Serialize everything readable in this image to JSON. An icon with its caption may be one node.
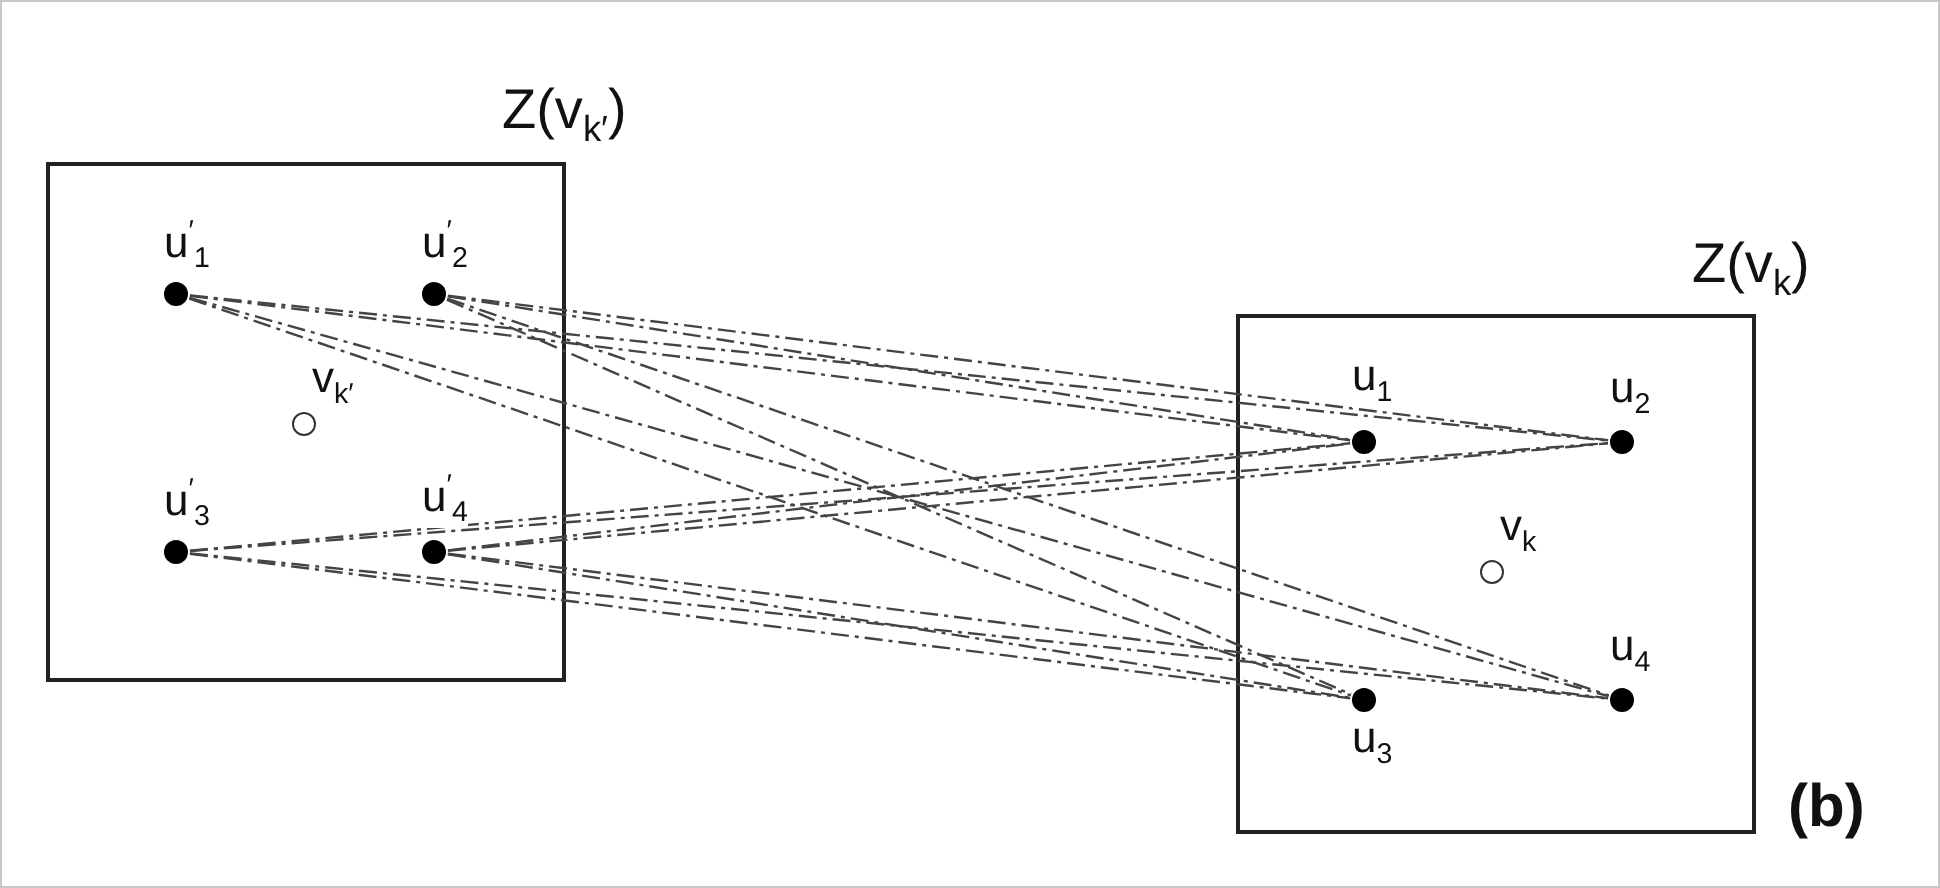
{
  "diagram": {
    "nodes": [
      {
        "text": [
          "Z(v$_{k′}$)"
        ]
      },
      {
        "text": [
          "u$^{′}$$_{1}$"
        ],
        "in": 0
      },
      {
        "text": [
          "u$^{′}$$_{2}$"
        ],
        "in": 0
      },
      {
        "text": [
          "v$_{k′}$"
        ],
        "in": 0
      },
      {
        "text": [
          "u$^{′}$$_{3}$"
        ],
        "in": 0
      },
      {
        "text": [
          "u$^{′}$$_{4}$"
        ],
        "in": 0
      },
      {
        "text": [
          "Z(v$_{k}$)"
        ]
      },
      {
        "text": [
          "u$_{1}$"
        ],
        "in": 6
      },
      {
        "text": [
          "u$_{2}$"
        ],
        "in": 6
      },
      {
        "text": [
          "v$_{k}$"
        ],
        "in": 6
      },
      {
        "text": [
          "u$_{3}$"
        ],
        "in": 6
      },
      {
        "text": [
          "u$_{4}$"
        ],
        "in": 6
      }
    ],
    "edges": [
      {
        "from": 1,
        "to": 7,
        "arrow": "none",
        "style": "dashed"
      },
      {
        "from": 1,
        "to": 8,
        "arrow": "none",
        "style": "dashed"
      },
      {
        "from": 1,
        "to": 10,
        "arrow": "none",
        "style": "dashed"
      },
      {
        "from": 1,
        "to": 11,
        "arrow": "none",
        "style": "dashed"
      },
      {
        "from": 2,
        "to": 7,
        "arrow": "none",
        "style": "dashed"
      },
      {
        "from": 2,
        "to": 8,
        "arrow": "none",
        "style": "dashed"
      },
      {
        "from": 2,
        "to": 10,
        "arrow": "none",
        "style": "dashed"
      },
      {
        "from": 2,
        "to": 11,
        "arrow": "none",
        "style": "dashed"
      },
      {
        "from": 4,
        "to": 7,
        "arrow": "none",
        "style": "dashed"
      },
      {
        "from": 4,
        "to": 8,
        "arrow": "none",
        "style": "dashed"
      },
      {
        "from": 4,
        "to": 10,
        "arrow": "none",
        "style": "dashed"
      },
      {
        "from": 4,
        "to": 11,
        "arrow": "none",
        "style": "dashed"
      },
      {
        "from": 5,
        "to": 7,
        "arrow": "none",
        "style": "dashed"
      },
      {
        "from": 5,
        "to": 8,
        "arrow": "none",
        "style": "dashed"
      },
      {
        "from": 5,
        "to": 10,
        "arrow": "none",
        "style": "dashed"
      },
      {
        "from": 5,
        "to": 11,
        "arrow": "none",
        "style": "dashed"
      }
    ],
    "labels": [
      "(b)"
    ]
  }
}
